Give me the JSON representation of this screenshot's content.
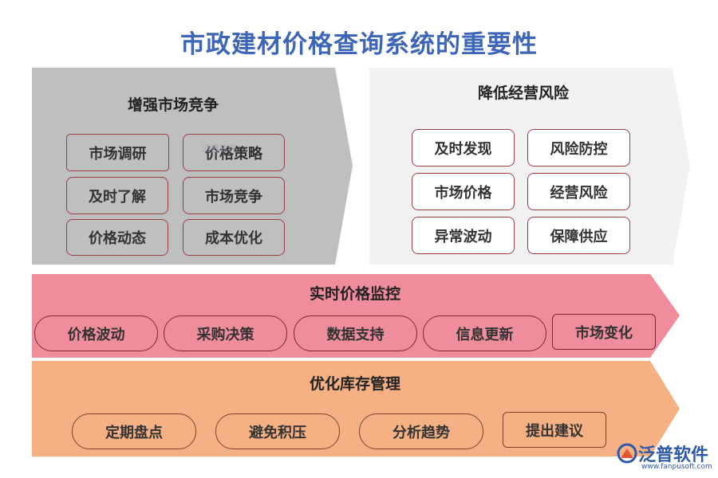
{
  "title": "市政建材价格查询系统的重要性",
  "panels": {
    "competition": {
      "label": "增强市场竞争",
      "chips": [
        "市场调研",
        "价格策略",
        "及时了解",
        "市场竞争",
        "价格动态",
        "成本优化"
      ]
    },
    "risk": {
      "label": "降低经营风险",
      "chips": [
        "及时发现",
        "风险防控",
        "市场价格",
        "经营风险",
        "异常波动",
        "保障供应"
      ]
    },
    "monitoring": {
      "label": "实时价格监控",
      "chips": [
        "价格波动",
        "采购决策",
        "数据支持",
        "信息更新",
        "市场变化"
      ]
    },
    "inventory": {
      "label": "优化库存管理",
      "chips": [
        "定期盘点",
        "避免积压",
        "分析趋势",
        "提出建议"
      ]
    }
  },
  "watermark": "泛普软件",
  "logo": {
    "name": "泛普软件",
    "url": "www.fanpusoft.com"
  },
  "colors": {
    "title": "#3e66b8",
    "competition_panel": "#bfbfbf",
    "risk_panel": "#f2f2f2",
    "monitoring_panel": "#f08d9c",
    "inventory_panel": "#f5b183",
    "logo": "#2c5aa8"
  }
}
